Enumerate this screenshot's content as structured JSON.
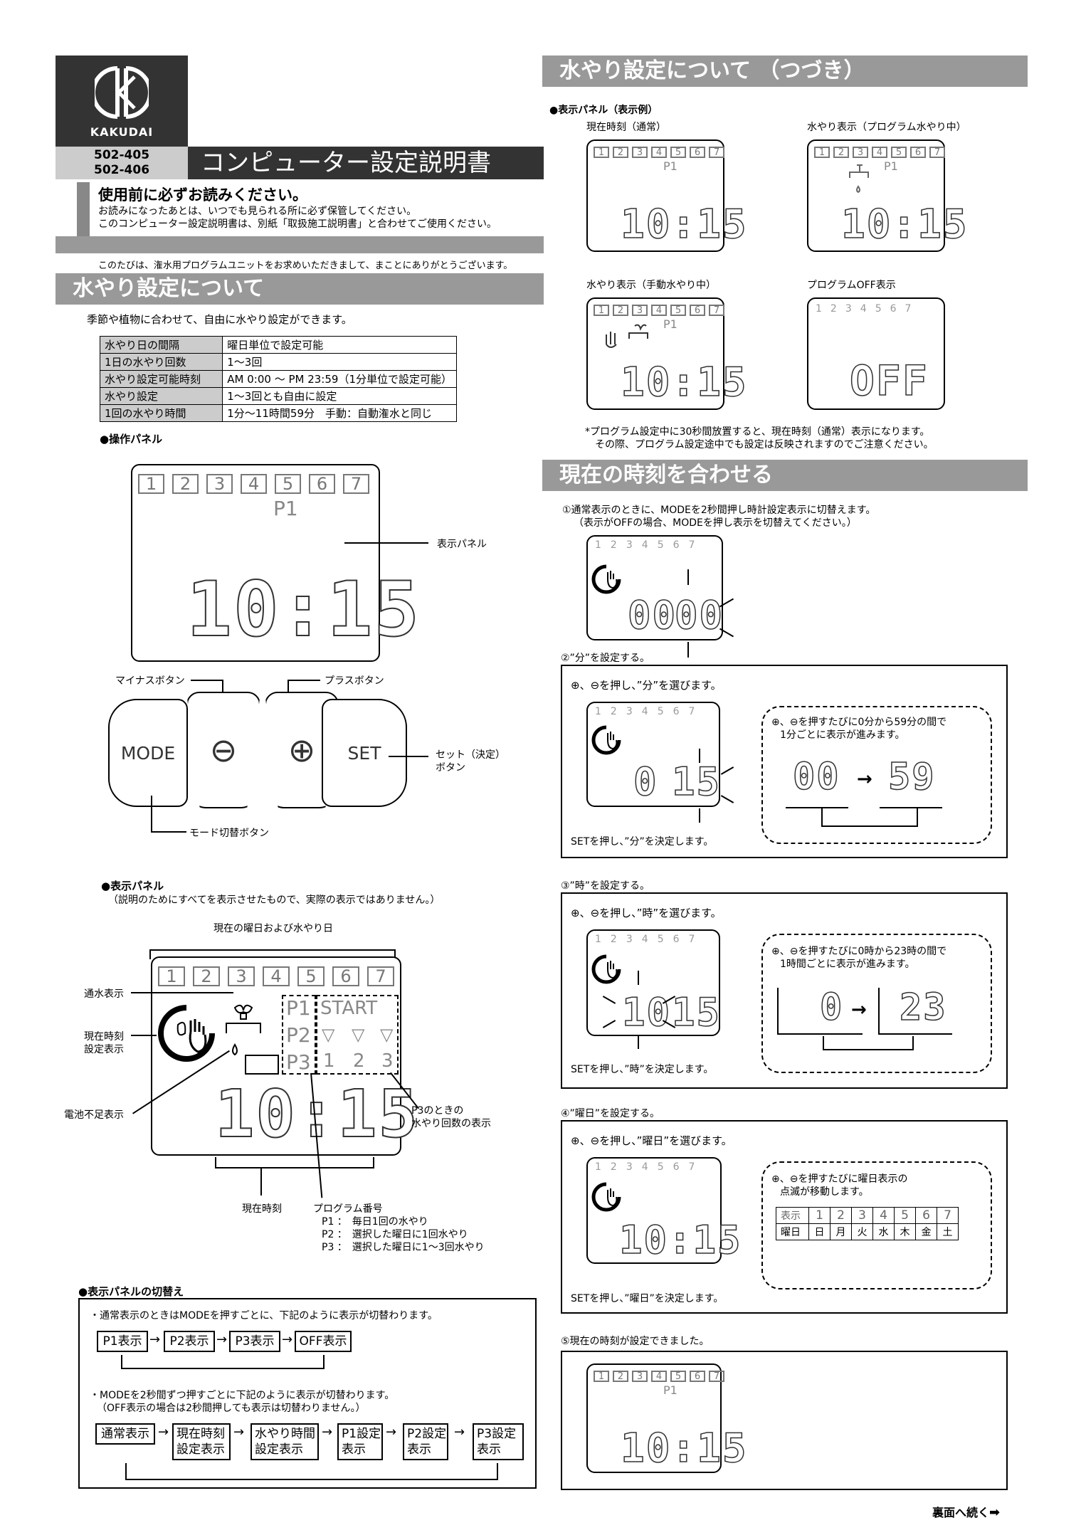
{
  "header": {
    "brand": "KAKUDAI",
    "model1": "502-405",
    "model2": "502-406",
    "doc_title": "コンピューター設定説明書",
    "notice_title": "使用前に必ずお読みください。",
    "notice_line1": "お読みになったあとは、いつでも見られる所に必ず保管してください。",
    "notice_line2": "このコンピューター設定説明書は、別紙「取扱施工説明書」と合わせてご使用ください。",
    "thanks": "このたびは、潅水用プログラムユニットをお求めいただきまして、まことにありがとうございます。"
  },
  "section1": {
    "title": "水やり設定について",
    "intro": "季節や植物に合わせて、自由に水やり設定ができます。",
    "spec_rows": [
      {
        "k": "水やり日の間隔",
        "v": "曜日単位で設定可能"
      },
      {
        "k": "1日の水やり回数",
        "v": "1～3回"
      },
      {
        "k": "水やり設定可能時刻",
        "v": "AM 0:00 ～ PM 23:59（1分単位で設定可能）"
      },
      {
        "k": "水やり設定",
        "v": "1～3回とも自由に設定"
      },
      {
        "k": "1回の水やり時間",
        "v": "1分～11時間59分　手動：自動潅水と同じ"
      }
    ],
    "op_panel": "●操作パネル",
    "label_display": "表示パネル",
    "label_minus": "マイナスボタン",
    "label_plus": "プラスボタン",
    "label_set1": "セット（決定）",
    "label_set2": "ボタン",
    "label_mode": "モード切替ボタン",
    "btn_mode": "MODE",
    "btn_minus": "⊖",
    "btn_plus": "⊕",
    "btn_set": "SET",
    "disp_panel": "●表示パネル",
    "disp_note": "（説明のためにすべてを表示させたもので、実際の表示ではありません。）",
    "label_day": "現在の曜日および水やり日",
    "label_water": "通水表示",
    "label_clock1": "現在時刻",
    "label_clock2": "設定表示",
    "label_battery": "電池不足表示",
    "label_p3_1": "P3のときの",
    "label_p3_2": "水やり回数の表示",
    "label_time": "現在時刻",
    "label_prog": "プログラム番号",
    "prog_p1": "P1 ：　毎日1回の水やり",
    "prog_p2": "P2 ：　選択した曜日に1回水やり",
    "prog_p3": "P3 ：　選択した曜日に1～3回水やり",
    "switch_title": "●表示パネルの切替え",
    "switch_note1": "・通常表示のときはMODEを押すごとに、下記のように表示が切替わります。",
    "flow1": [
      "P1表示",
      "P2表示",
      "P3表示",
      "OFF表示"
    ],
    "switch_note2": "・MODEを2秒間ずつ押すごとに下記のように表示が切替わります。",
    "switch_note3": "（OFF表示の場合は2秒間押しても表示は切替わりません。）",
    "flow2": [
      "通常表示",
      "現在時刻\n設定表示",
      "水やり時間\n設定表示",
      "P1設定\n表示",
      "P2設定\n表示",
      "P3設定\n表示"
    ]
  },
  "lcd": {
    "days": [
      "1",
      "2",
      "3",
      "4",
      "5",
      "6",
      "7"
    ],
    "p1": "P1",
    "p2": "P2",
    "p3": "P3",
    "start": "START",
    "tri": "▽",
    "counts": [
      "1",
      "2",
      "3"
    ],
    "time": "10:15",
    "hour": "10",
    "minute": "15",
    "off": "OFF",
    "zero": "00",
    "m59": "59",
    "h0": "0",
    "h23": "23"
  },
  "section2": {
    "title": "水やり設定について （つづき）",
    "sub": "●表示パネル（表示例）",
    "ex1": "現在時刻（通常）",
    "ex2": "水やり表示（プログラム水やり中）",
    "ex3": "水やり表示（手動水やり中）",
    "ex4": "プログラムOFF表示",
    "note1": "*プログラム設定中に30秒間放置すると、現在時刻（通常）表示になります。",
    "note2": "その際、プログラム設定途中でも設定は反映されますのでご注意ください。"
  },
  "section3": {
    "title": "現在の時刻を合わせる",
    "step1a": "①通常表示のときに、MODEを2秒間押し時計設定表示に切替えます。",
    "step1b": "（表示がOFFの場合、MODEを押し表示を切替えてください。）",
    "step2": "②”分”を設定する。",
    "step2_sel": "⊕、⊖を押し、”分”を選びます。",
    "step2_tip1": "⊕、⊖を押すたびに0分から59分の間で",
    "step2_tip2": "1分ごとに表示が進みます。",
    "step2_set": "SETを押し、”分”を決定します。",
    "step3": "③”時”を設定する。",
    "step3_sel": "⊕、⊖を押し、”時”を選びます。",
    "step3_tip1": "⊕、⊖を押すたびに0時から23時の間で",
    "step3_tip2": "1時間ごとに表示が進みます。",
    "step3_set": "SETを押し、”時”を決定します。",
    "step4": "④”曜日”を設定する。",
    "step4_sel": "⊕、⊖を押し、”曜日”を選びます。",
    "step4_tip1": "⊕、⊖を押すたびに曜日表示の",
    "step4_tip2": "点滅が移動します。",
    "week_head": [
      "表示",
      "1",
      "2",
      "3",
      "4",
      "5",
      "6",
      "7"
    ],
    "week_row": [
      "曜日",
      "日",
      "月",
      "火",
      "水",
      "木",
      "金",
      "土"
    ],
    "step4_set": "SETを押し、”曜日”を決定します。",
    "step5": "⑤現在の時刻が設定できました。"
  },
  "footer": {
    "next": "裏面へ続く",
    "arrow": "➡"
  }
}
